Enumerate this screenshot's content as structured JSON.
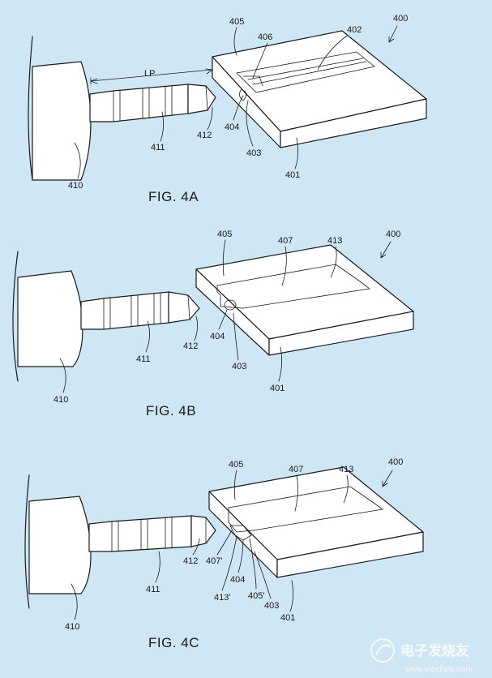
{
  "figures": [
    {
      "caption": "FIG. 4A",
      "labels": {
        "assembly": "400",
        "connector_body": "401",
        "channel": "402",
        "wall": "403",
        "detent": "404",
        "top_surface": "405",
        "spring": "406",
        "device": "410",
        "plug": "411",
        "tip": "412",
        "length": "LP"
      }
    },
    {
      "caption": "FIG. 4B",
      "labels": {
        "assembly": "400",
        "connector_body": "401",
        "wall": "403",
        "detent": "404",
        "top_surface": "405",
        "recess": "407",
        "slot": "413",
        "device": "410",
        "plug": "411",
        "tip": "412"
      }
    },
    {
      "caption": "FIG. 4C",
      "labels": {
        "assembly": "400",
        "connector_body": "401",
        "wall": "403",
        "detent": "404",
        "top_surface": "405",
        "top_surface_prime": "405'",
        "recess": "407",
        "recess_prime": "407'",
        "slot": "413",
        "slot_prime": "413'",
        "device": "410",
        "plug": "411",
        "tip": "412"
      }
    }
  ],
  "watermark": {
    "text": "电子发烧友",
    "url": "www.elecfans.com"
  }
}
